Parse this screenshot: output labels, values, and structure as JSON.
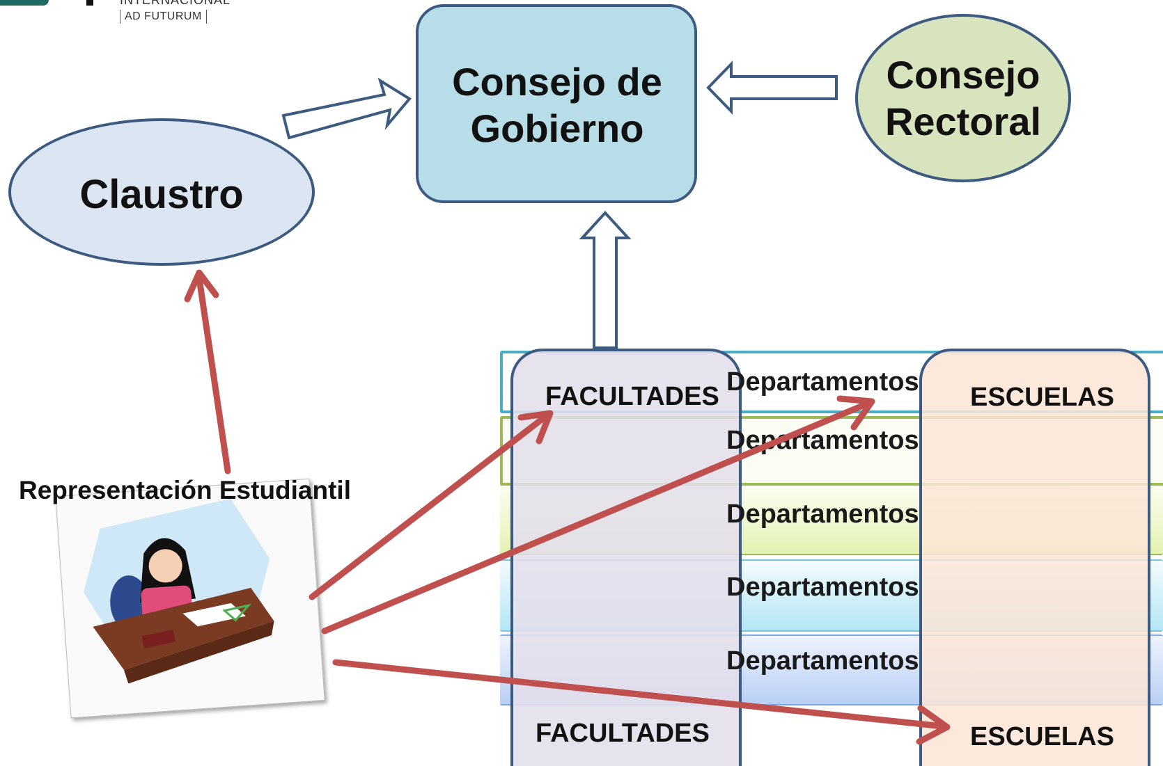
{
  "logo": {
    "top_text": "INTERNACIONAL",
    "sub_text": "AD FUTURUM"
  },
  "nodes": {
    "consejo_gobierno": "Consejo de Gobierno",
    "consejo_rectoral": "Consejo Rectoral",
    "claustro": "Claustro"
  },
  "student": {
    "label": "Representación Estudiantil",
    "illustration": "student-at-desk-illustration"
  },
  "faculties": {
    "top": "FACULTADES",
    "bottom": "FACULTADES"
  },
  "schools": {
    "top": "ESCUELAS",
    "bottom": "ESCUELAS"
  },
  "departments": [
    "Departamentos",
    "Departamentos",
    "Departamentos",
    "Departamentos",
    "Departamentos"
  ],
  "colors": {
    "gobierno_fill": "#b7dde8",
    "rectoral_fill": "#d7e4bd",
    "claustro_fill": "#dce6f2",
    "node_border": "#3d5a80",
    "red_arrow": "#c0504d",
    "facultades_fill": "#e4dfec",
    "escuelas_fill": "#fbe5d6"
  }
}
